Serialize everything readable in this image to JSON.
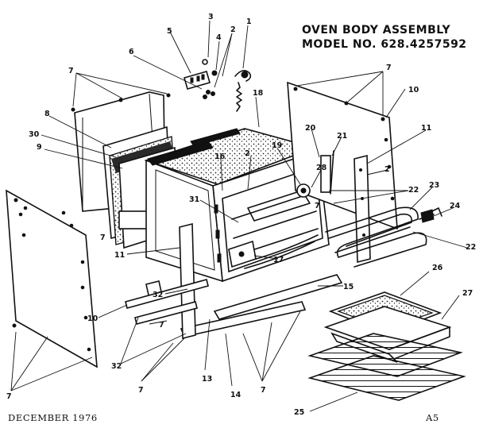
{
  "title": {
    "line1": "OVEN BODY ASSEMBLY",
    "line2": "MODEL NO. 628.4257592"
  },
  "footer": {
    "date": "DECEMBER 1976",
    "page": "A5"
  },
  "callouts": {
    "c1": "1",
    "c2a": "2",
    "c2b": "2",
    "c2c": "2",
    "c3": "3",
    "c4": "4",
    "c5": "5",
    "c6": "6",
    "c7a": "7",
    "c7b": "7",
    "c7c": "7",
    "c7d": "7",
    "c7e": "7",
    "c7f": "7",
    "c7g": "7",
    "c7h": "7",
    "c8": "8",
    "c9": "9",
    "c10a": "10",
    "c10b": "10",
    "c11a": "11",
    "c11b": "11",
    "c13": "13",
    "c14": "14",
    "c15": "15",
    "c16": "16",
    "c17": "17",
    "c18": "18",
    "c19": "19",
    "c20": "20",
    "c21": "21",
    "c22a": "22",
    "c22b": "22",
    "c23": "23",
    "c24": "24",
    "c25": "25",
    "c26": "26",
    "c27": "27",
    "c28": "28",
    "c30": "30",
    "c31": "31",
    "c32a": "32",
    "c32b": "32"
  }
}
